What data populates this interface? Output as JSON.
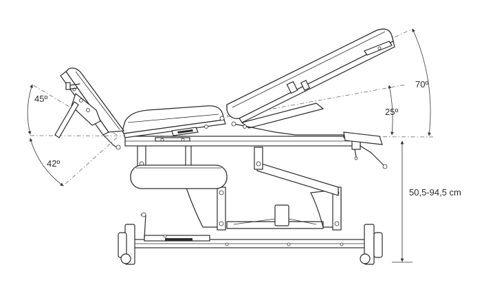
{
  "annotations": {
    "head_up_angle": "45º",
    "head_down_angle": "42º",
    "back_max_angle": "70º",
    "back_mid_angle": "25º",
    "height_range": "50,5-94,5 cm"
  },
  "colors": {
    "line": "#2b2b2b",
    "background": "#ffffff"
  }
}
